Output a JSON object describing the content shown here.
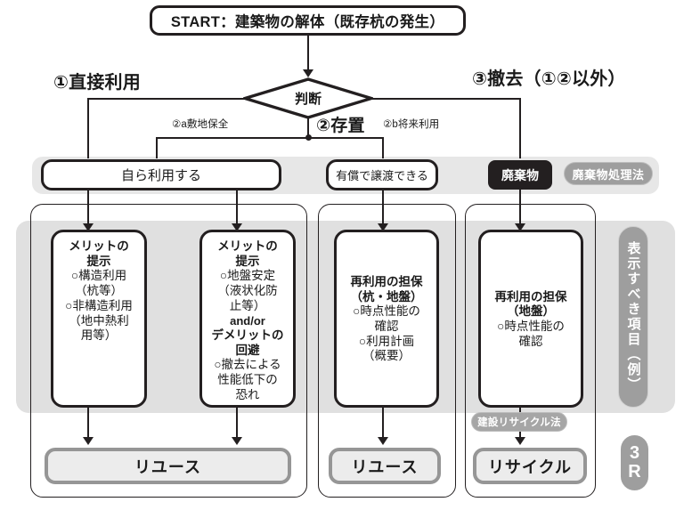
{
  "diagram": {
    "title_start": "START：建築物の解体（既存杭の発生）",
    "decision": "判断",
    "branches": {
      "b1": "①直接利用",
      "b2": "②存置",
      "b3": "③撤去（①②以外）",
      "b2a": "②a敷地保全",
      "b2b": "②b将来利用"
    },
    "decision_row": [
      {
        "label": "自ら利用する",
        "style": "white"
      },
      {
        "label": "有償で譲渡できる",
        "style": "white"
      },
      {
        "label": "廃棄物",
        "style": "black"
      }
    ],
    "law_badges": {
      "waste_law": "廃棄物処理法",
      "construction_recycling_law": "建設リサイクル法"
    },
    "detail_boxes": [
      {
        "heading1": "メリットの",
        "heading2": "提示",
        "lines": [
          "○構造利用",
          "（杭等）",
          "○非構造利用",
          "（地中熱利",
          "用等）"
        ]
      },
      {
        "heading1": "メリットの",
        "heading2": "提示",
        "lines": [
          "○地盤安定",
          "（液状化防",
          "止等）"
        ],
        "connector": "and/or",
        "heading3": "デメリットの",
        "heading4": "回避",
        "lines2": [
          "○撤去による",
          "性能低下の",
          "恐れ"
        ]
      },
      {
        "heading1": "再利用の担保",
        "heading2": "（杭・地盤）",
        "lines": [
          "○時点性能の",
          "確認",
          "○利用計画",
          "（概要）"
        ]
      },
      {
        "heading1": "再利用の担保",
        "heading2": "（地盤）",
        "lines": [
          "○時点性能の",
          "確認"
        ]
      }
    ],
    "outcomes": [
      "リユース",
      "リユース",
      "リサイクル"
    ],
    "side_label": "表示すべき項目（例）",
    "badge_3r_top": "3",
    "badge_3r_bottom": "R"
  },
  "colors": {
    "ink": "#231f20",
    "band": "#e7e7e7",
    "band_soft": "#e0e0e0",
    "gray_pill": "#9e9e9e",
    "outcome_fill": "#ececec",
    "outcome_border": "#969696"
  }
}
